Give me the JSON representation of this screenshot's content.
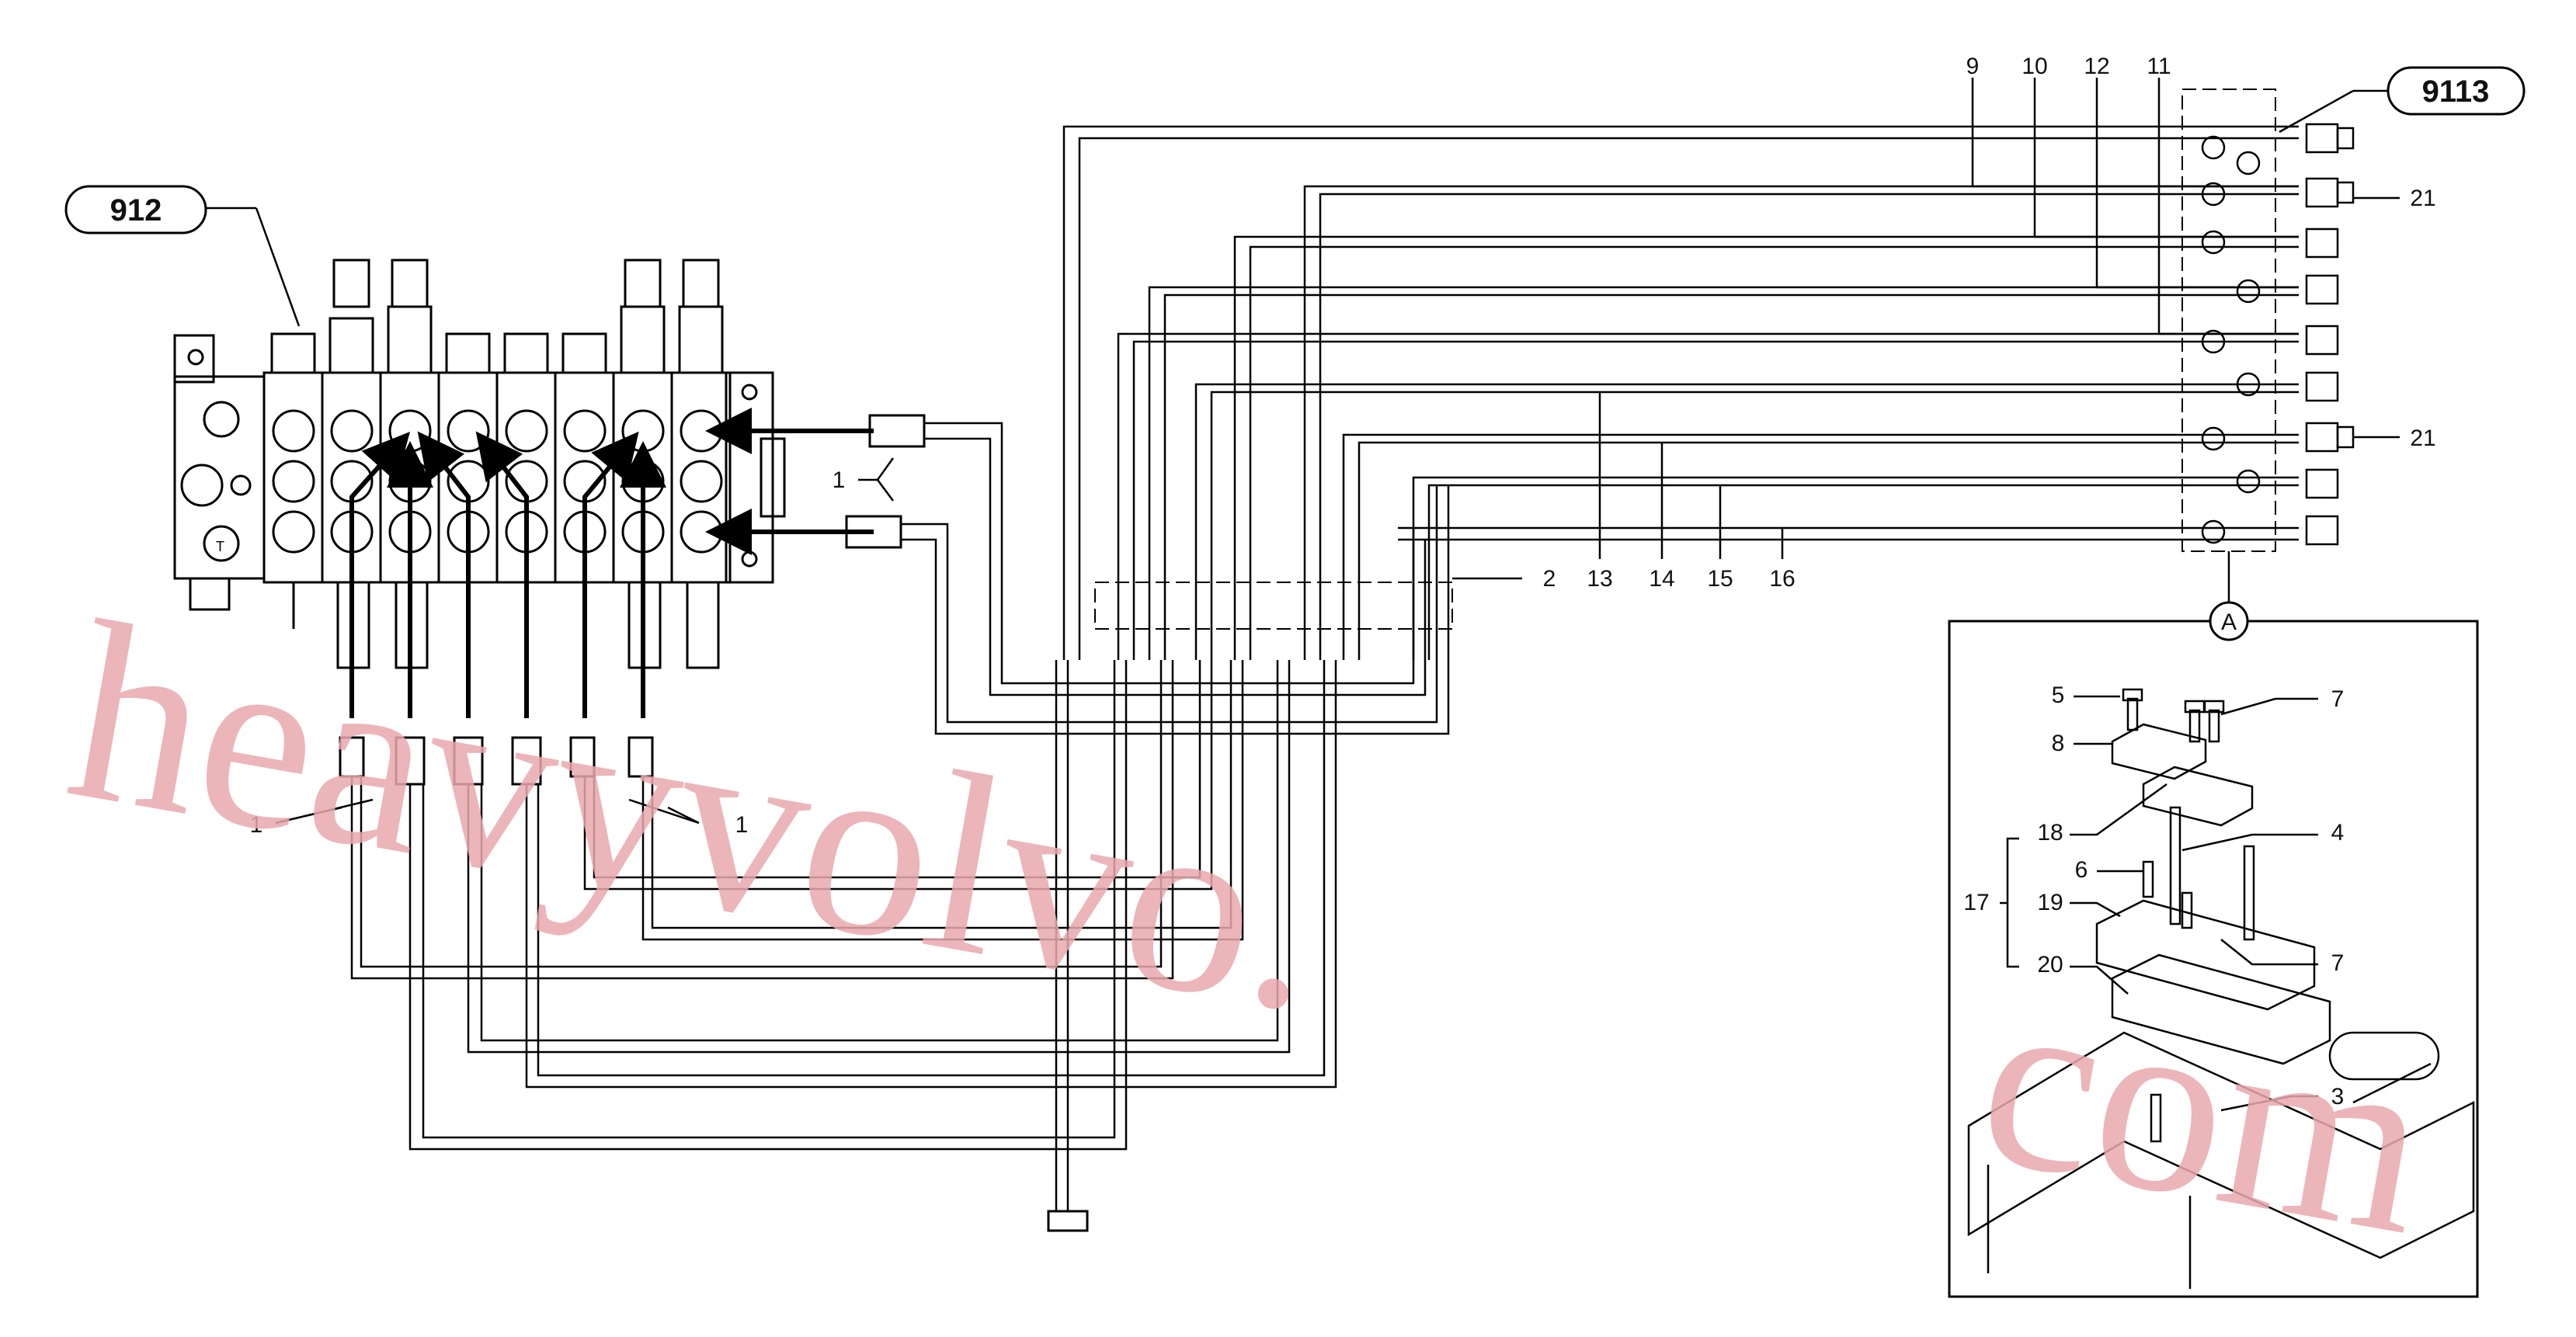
{
  "tags": {
    "valve_group": "912",
    "connector_group": "9113"
  },
  "detail_label": "A",
  "callouts": {
    "c1": "1",
    "c2": "2",
    "c3": "3",
    "c4": "4",
    "c5": "5",
    "c6": "6",
    "c7": "7",
    "c8": "8",
    "c9": "9",
    "c10": "10",
    "c11": "11",
    "c12": "12",
    "c13": "13",
    "c14": "14",
    "c15": "15",
    "c16": "16",
    "c17": "17",
    "c18": "18",
    "c19": "19",
    "c20": "20",
    "c21": "21"
  },
  "watermark": {
    "line1": "heavyvolvo.",
    "line2": "com"
  }
}
